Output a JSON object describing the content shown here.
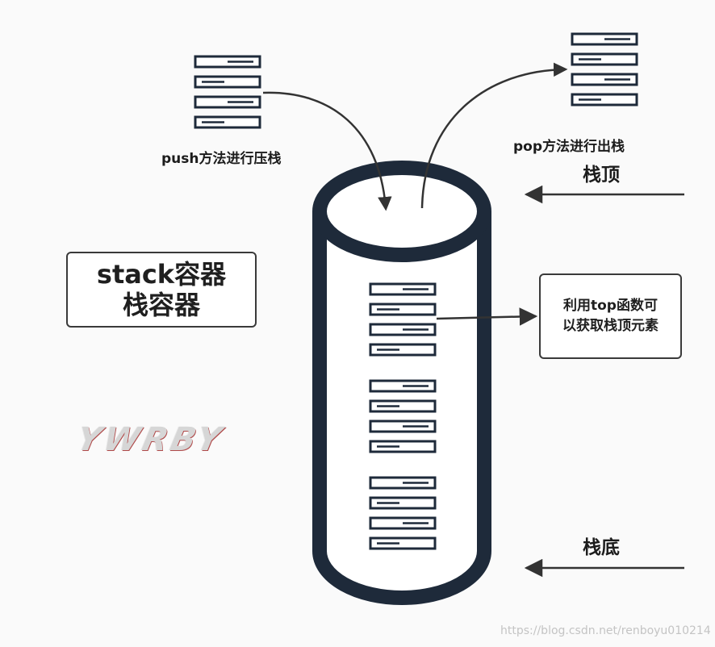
{
  "labels": {
    "push": "push方法进行压栈",
    "pop": "pop方法进行出栈",
    "top": "栈顶",
    "bottom": "栈底"
  },
  "container_box": {
    "line1": "stack容器",
    "line2": "栈容器"
  },
  "note_box": {
    "line1": "利用top函数可",
    "line2": "以获取栈顶元素"
  },
  "watermark": {
    "logo": "YWRBY",
    "url": "https://blog.csdn.net/renboyu010214"
  },
  "colors": {
    "cylinder": "#1e2a3a",
    "arrow": "#333333",
    "background": "#fafafa"
  },
  "icons": {
    "element_stack": "stacked-bars-icon"
  }
}
